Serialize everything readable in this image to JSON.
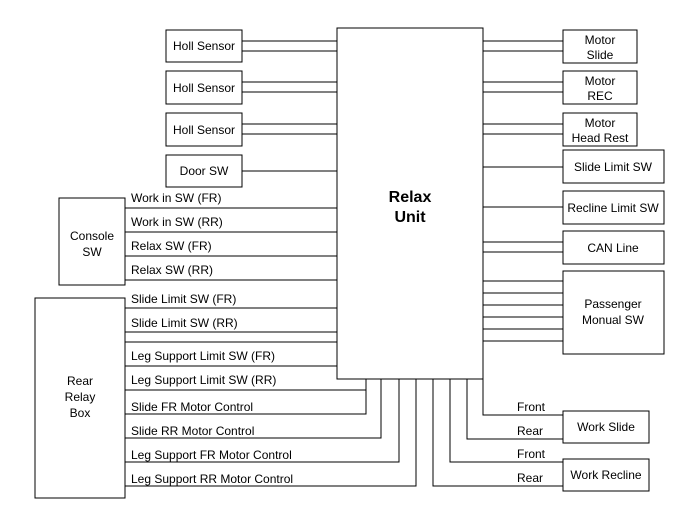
{
  "relax_unit": {
    "line1": "Relax",
    "line2": "Unit"
  },
  "left_modules": {
    "holl_sensor_1": "Holl Sensor",
    "holl_sensor_2": "Holl Sensor",
    "holl_sensor_3": "Holl Sensor",
    "door_sw": "Door SW"
  },
  "console_sw": {
    "line1": "Console",
    "line2": "SW"
  },
  "rear_relay_box": {
    "line1": "Rear",
    "line2": "Relay",
    "line3": "Box"
  },
  "console_signals": {
    "work_in_fr": "Work in SW (FR)",
    "work_in_rr": "Work in SW (RR)",
    "relax_fr": "Relax SW (FR)",
    "relax_rr": "Relax SW (RR)"
  },
  "relay_signals": {
    "slide_limit_fr": "Slide Limit SW (FR)",
    "slide_limit_rr": "Slide Limit SW (RR)",
    "leg_limit_fr": "Leg Support Limit SW (FR)",
    "leg_limit_rr": "Leg Support Limit SW (RR)",
    "slide_fr_motor": "Slide FR Motor Control",
    "slide_rr_motor": "Slide RR Motor Control",
    "leg_fr_motor": "Leg Support FR Motor Control",
    "leg_rr_motor": "Leg Support RR Motor Control"
  },
  "right_modules": {
    "motor_slide": {
      "line1": "Motor",
      "line2": "Slide"
    },
    "motor_rec": {
      "line1": "Motor",
      "line2": "REC"
    },
    "motor_headrest": {
      "line1": "Motor",
      "line2": "Head Rest"
    },
    "slide_limit_sw": "Slide Limit SW",
    "recline_limit_sw": "Recline Limit SW",
    "can_line": "CAN Line",
    "passenger_sw": {
      "line1": "Passenger",
      "line2": "Monual SW"
    }
  },
  "work_slide": {
    "label": "Work Slide",
    "front": "Front",
    "rear": "Rear"
  },
  "work_recline": {
    "label": "Work Recline",
    "front": "Front",
    "rear": "Rear"
  }
}
